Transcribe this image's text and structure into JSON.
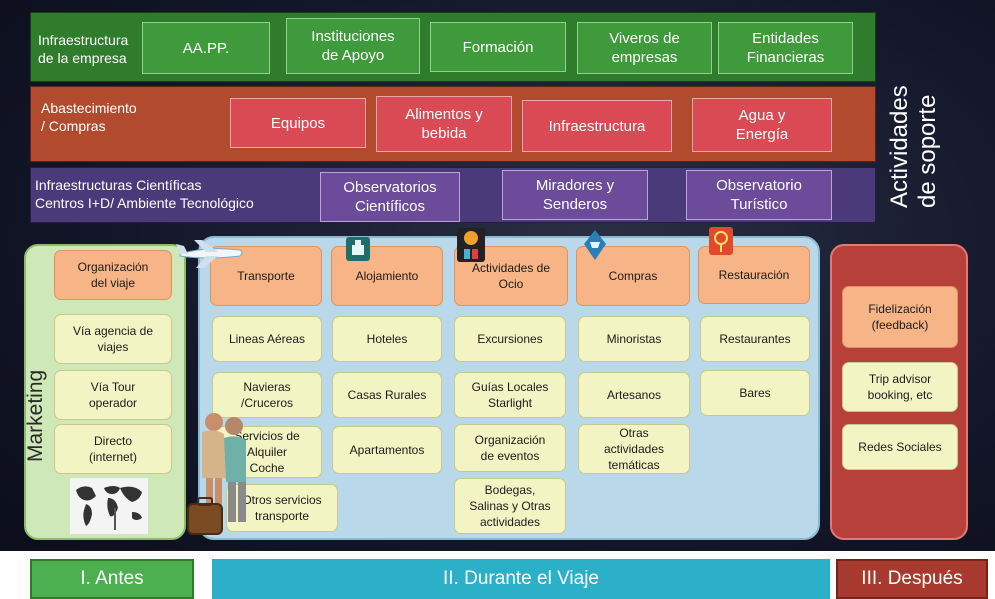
{
  "support": {
    "row1": {
      "label_line1": "Infraestructura",
      "label_line2": "de la empresa",
      "boxes": [
        {
          "line1": "AA.PP.",
          "line2": ""
        },
        {
          "line1": "Instituciones",
          "line2": "de Apoyo"
        },
        {
          "line1": "Formación",
          "line2": ""
        },
        {
          "line1": "Viveros de",
          "line2": "empresas"
        },
        {
          "line1": "Entidades",
          "line2": "Financieras"
        }
      ]
    },
    "row2": {
      "label_line1": "Abastecimiento",
      "label_line2": "/ Compras",
      "boxes": [
        {
          "line1": "Equipos",
          "line2": ""
        },
        {
          "line1": "Alimentos y",
          "line2": "bebida"
        },
        {
          "line1": "Infraestructura",
          "line2": ""
        },
        {
          "line1": "Agua y",
          "line2": "Energía"
        }
      ]
    },
    "row3": {
      "label_line1": "Infraestructuras Científicas",
      "label_line2": "Centros I+D/ Ambiente Tecnológico",
      "boxes": [
        {
          "line1": "Observatorios",
          "line2": "Científicos"
        },
        {
          "line1": "Miradores y",
          "line2": "Senderos"
        },
        {
          "line1": "Observatorio",
          "line2": "Turístico"
        }
      ]
    },
    "side_label_line1": "Actividades",
    "side_label_line2": "de soporte"
  },
  "marketing": {
    "label": "Marketing",
    "items": [
      {
        "line1": "Organización",
        "line2": "del viaje"
      },
      {
        "line1": "Vía agencia de",
        "line2": "viajes"
      },
      {
        "line1": "Vía Tour",
        "line2": "operador"
      },
      {
        "line1": "Directo",
        "line2": "(internet)"
      }
    ]
  },
  "during": {
    "columns": [
      {
        "header": [
          "Transporte"
        ],
        "items": [
          [
            "Lineas Aéreas"
          ],
          [
            "Navieras",
            "/Cruceros"
          ],
          [
            "Servicios de",
            "Alquiler",
            "Coche"
          ],
          [
            "Otros servicios",
            "transporte"
          ]
        ]
      },
      {
        "header": [
          "Alojamiento"
        ],
        "items": [
          [
            "Hoteles"
          ],
          [
            "Casas Rurales"
          ],
          [
            "Apartamentos"
          ]
        ]
      },
      {
        "header": [
          "Actividades de",
          "Ocio"
        ],
        "items": [
          [
            "Excursiones"
          ],
          [
            "Guías Locales",
            "Starlight"
          ],
          [
            "Organización",
            "de eventos"
          ],
          [
            "Bodegas,",
            "Salinas y Otras",
            "actividades"
          ]
        ]
      },
      {
        "header": [
          "Compras"
        ],
        "items": [
          [
            "Minoristas"
          ],
          [
            "Artesanos"
          ],
          [
            "Otras",
            "actividades",
            "temáticas"
          ]
        ]
      },
      {
        "header": [
          "Restauración"
        ],
        "items": [
          [
            "Restaurantes"
          ],
          [
            "Bares"
          ]
        ]
      }
    ]
  },
  "after": {
    "items": [
      {
        "line1": "Fidelización",
        "line2": "(feedback)"
      },
      {
        "line1": "Trip advisor",
        "line2": "booking, etc"
      },
      {
        "line1": "Redes Sociales",
        "line2": ""
      }
    ]
  },
  "phases": {
    "before": "I. Antes",
    "during": "II. Durante el Viaje",
    "after": "III. Después"
  },
  "colors": {
    "green": "#3e9a3a",
    "red": "#d94a54",
    "purple": "#6b4b9a",
    "teal": "#2bb0c8",
    "peach": "#f6b487",
    "yellow": "#f3f4c3"
  }
}
